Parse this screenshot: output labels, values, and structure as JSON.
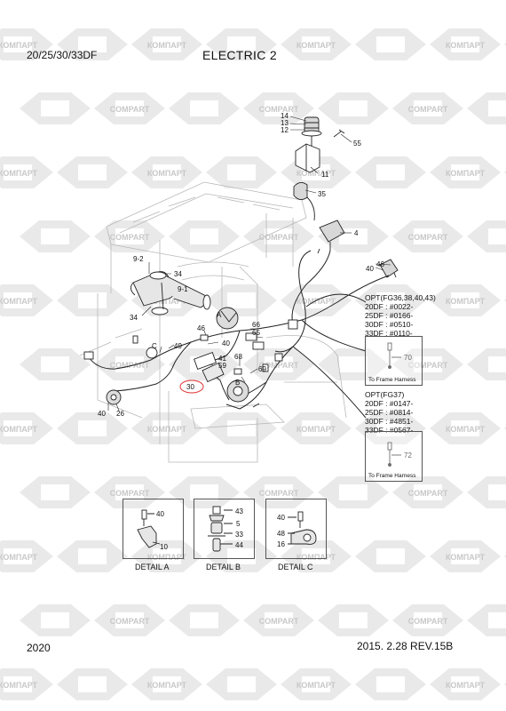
{
  "header": {
    "model": "20/25/30/33DF",
    "title": "ELECTRIC 2"
  },
  "footer": {
    "year": "2020",
    "revision": "2015. 2.28  REV.15B"
  },
  "watermark": {
    "text_ru": "КОМПАРТ",
    "text_en": "COMPART",
    "color": "#c8c8c8"
  },
  "colors": {
    "line": "#222222",
    "ghost": "#b8b8b8",
    "highlight": "#e03030"
  },
  "part_labels": {
    "p14": "14",
    "p13": "13",
    "p12": "12",
    "p55": "55",
    "p11": "11",
    "p35": "35",
    "p4": "4",
    "p46a": "46",
    "p40a": "40",
    "p9_2": "9-2",
    "p34a": "34",
    "p9_1": "9-1",
    "p34b": "34",
    "pA": "A",
    "p66": "66",
    "p65": "65",
    "p46b": "46",
    "p40b": "40",
    "p49": "49",
    "pC": "C",
    "p41": "41",
    "p59": "59",
    "p68": "68",
    "p69": "69",
    "pB": "B",
    "p30": "30",
    "p40c": "40",
    "p26": "26"
  },
  "options": [
    {
      "lines": [
        "OPT(FG36,38,40,43)",
        "20DF : #0022-",
        "25DF : #0166-",
        "30DF : #0510-",
        "33DF : #0110-"
      ],
      "part": "70",
      "note": "To Frame Harness"
    },
    {
      "lines": [
        "OPT(FG37)",
        "20DF : #0147-",
        "25DF : #0814-",
        "30DF : #4851-",
        "33DF : #0567-"
      ],
      "part": "72",
      "note": "To Frame Harness"
    }
  ],
  "details": [
    {
      "title": "DETAIL A",
      "parts": [
        "40",
        "10"
      ]
    },
    {
      "title": "DETAIL B",
      "parts": [
        "43",
        "5",
        "33",
        "44"
      ]
    },
    {
      "title": "DETAIL C",
      "parts": [
        "40",
        "48",
        "16"
      ]
    }
  ]
}
